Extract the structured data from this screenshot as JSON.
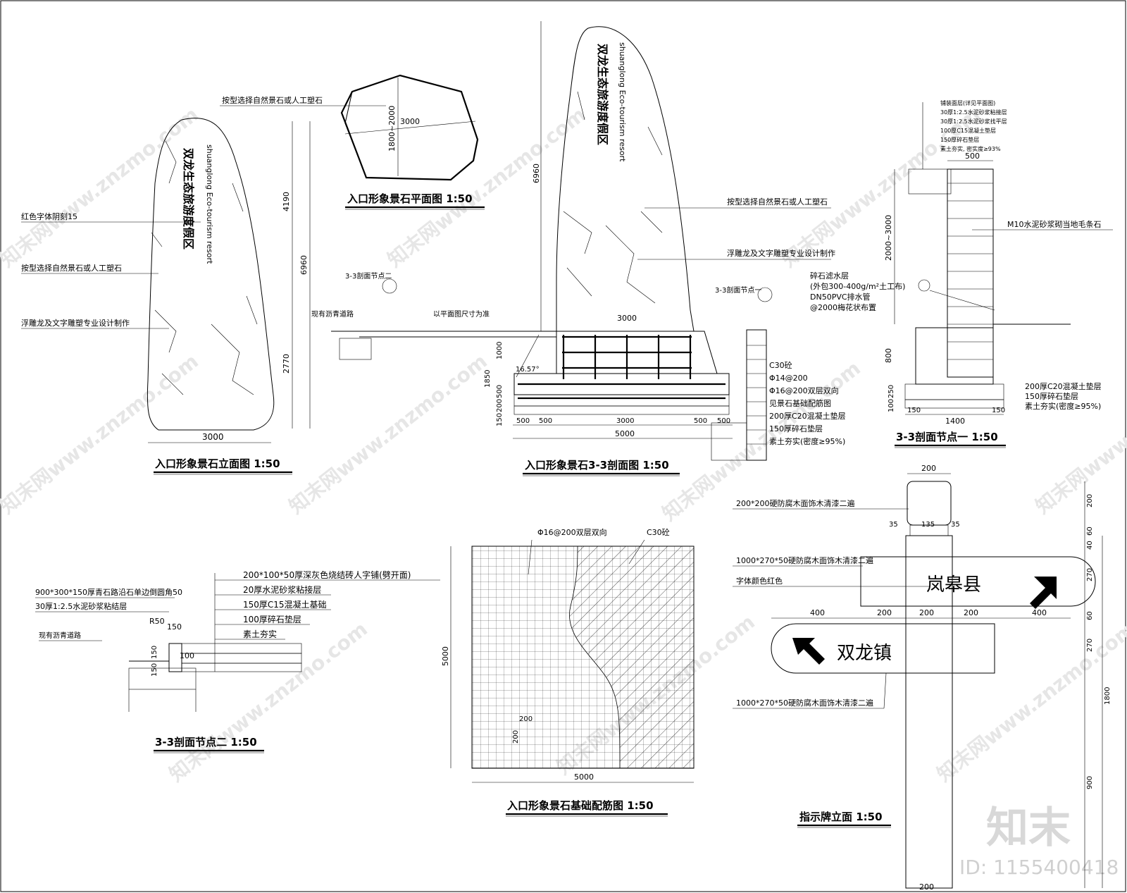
{
  "watermarks": {
    "a": "知末网www.znzmo.com",
    "b": "知末网www.znzmo.com",
    "logo": "知末",
    "id": "ID: 1155400418"
  },
  "elevation": {
    "title": "入口形象景石立面图 1:50",
    "label_red_font": "红色字体阴刻15",
    "label_stone": "按型选择自然景石或人工塑石",
    "label_relief": "浮雕龙及文字雕塑专业设计制作",
    "dim_width": "3000",
    "dim_total": "6960",
    "dim_upper": "4190",
    "dim_lower": "2770",
    "cn_text": "双龙生态旅游度假区",
    "en_text": "shuanglong Eco-tourism resort"
  },
  "plan": {
    "title": "入口形象景石平面图 1:50",
    "label_stone": "按型选择自然景石或人工塑石",
    "dim_w": "3000",
    "dim_h": "1800~2000"
  },
  "section": {
    "title": "入口形象景石3-3剖面图 1:50",
    "label_stone": "按型选择自然景石或人工塑石",
    "label_relief": "浮雕龙及文字雕塑专业设计制作",
    "node2_ref": "3-3剖面节点二",
    "node1_ref": "3-3剖面节点一",
    "existing_road": "现有沥青道路",
    "by_plan": "以平面图尺寸为准",
    "dim_total_h": "6960",
    "dim_stone_w": "3000",
    "angle": "16.57°",
    "labels": [
      "C30砼",
      "Φ14@200",
      "Φ16@200双层双向",
      "见景石基础配筋图",
      "200厚C20混凝土垫层",
      "150厚碎石垫层",
      "素土夯实(密度≥95%)"
    ],
    "dims_left": [
      "1000",
      "1850",
      "500",
      "200",
      "150"
    ],
    "dims_bottom": [
      "500",
      "500",
      "3000",
      "500",
      "500"
    ],
    "dim_base": "5000",
    "cn_text": "双龙生态旅游度假区",
    "en_text": "shuanglong Eco-tourism resort"
  },
  "node1": {
    "title": "3-3剖面节点一 1:50",
    "legend": [
      "铺装面层(详见平面图)",
      "30厚1:2.5水泥砂浆粘接层",
      "30厚1:2.5水泥砂浆找平层",
      "100厚C15混凝土垫层",
      "150厚碎石垫层",
      "素土夯实, 密实度≥93%"
    ],
    "dim_top": "500",
    "dim_h": "2000~3000",
    "dim_800": "800",
    "dim_250": "250",
    "dim_100": "100",
    "dims_bottom": [
      "150",
      "150"
    ],
    "dim_base": "1400",
    "labels": [
      "M10水泥砂浆砌当地毛条石",
      "碎石滤水层",
      "(外包300-400g/m²土工布)",
      "DN50PVC排水管",
      "@2000梅花状布置",
      "200厚C20混凝土垫层",
      "150厚碎石垫层",
      "素土夯实(密度≥95%)"
    ]
  },
  "node2": {
    "title": "3-3剖面节点二 1:50",
    "labels": [
      "200*100*50厚深灰色烧结砖人字铺(劈开面)",
      "20厚水泥砂浆粘接层",
      "150厚C15混凝土基础",
      "100厚碎石垫层",
      "素土夯实"
    ],
    "left1": "900*300*150厚青石路沿石单边倒圆角50",
    "left2": "30厚1:2.5水泥砂浆粘结层",
    "road": "现有沥青道路",
    "r50": "R50",
    "d150": "150",
    "d100": "100",
    "d150b": "150",
    "d150c": "150"
  },
  "rebar": {
    "title": "入口形象景石基础配筋图 1:50",
    "label_rebar": "Φ16@200双层双向",
    "label_c30": "C30砼",
    "dim_w": "5000",
    "dim_h": "5000",
    "dim_200a": "200",
    "dim_200b": "200"
  },
  "sign": {
    "title": "指示牌立面 1:50",
    "label_post": "200*200硬防腐木面饰木清漆二遍",
    "label_board1": "1000*270*50硬防腐木面饰木清漆二遍",
    "label_font": "字体颜色红色",
    "label_board2": "1000*270*50硬防腐木面饰木清漆二遍",
    "board1_text": "岚皋县",
    "board2_text": "双龙镇",
    "dim_top": "200",
    "dims_35": [
      "35",
      "135",
      "35"
    ],
    "dims_row": [
      "400",
      "200",
      "200",
      "200",
      "400"
    ],
    "dims_right": [
      "200",
      "60",
      "40",
      "270",
      "60",
      "270",
      "1800",
      "900"
    ],
    "dim_bottom": "200"
  }
}
